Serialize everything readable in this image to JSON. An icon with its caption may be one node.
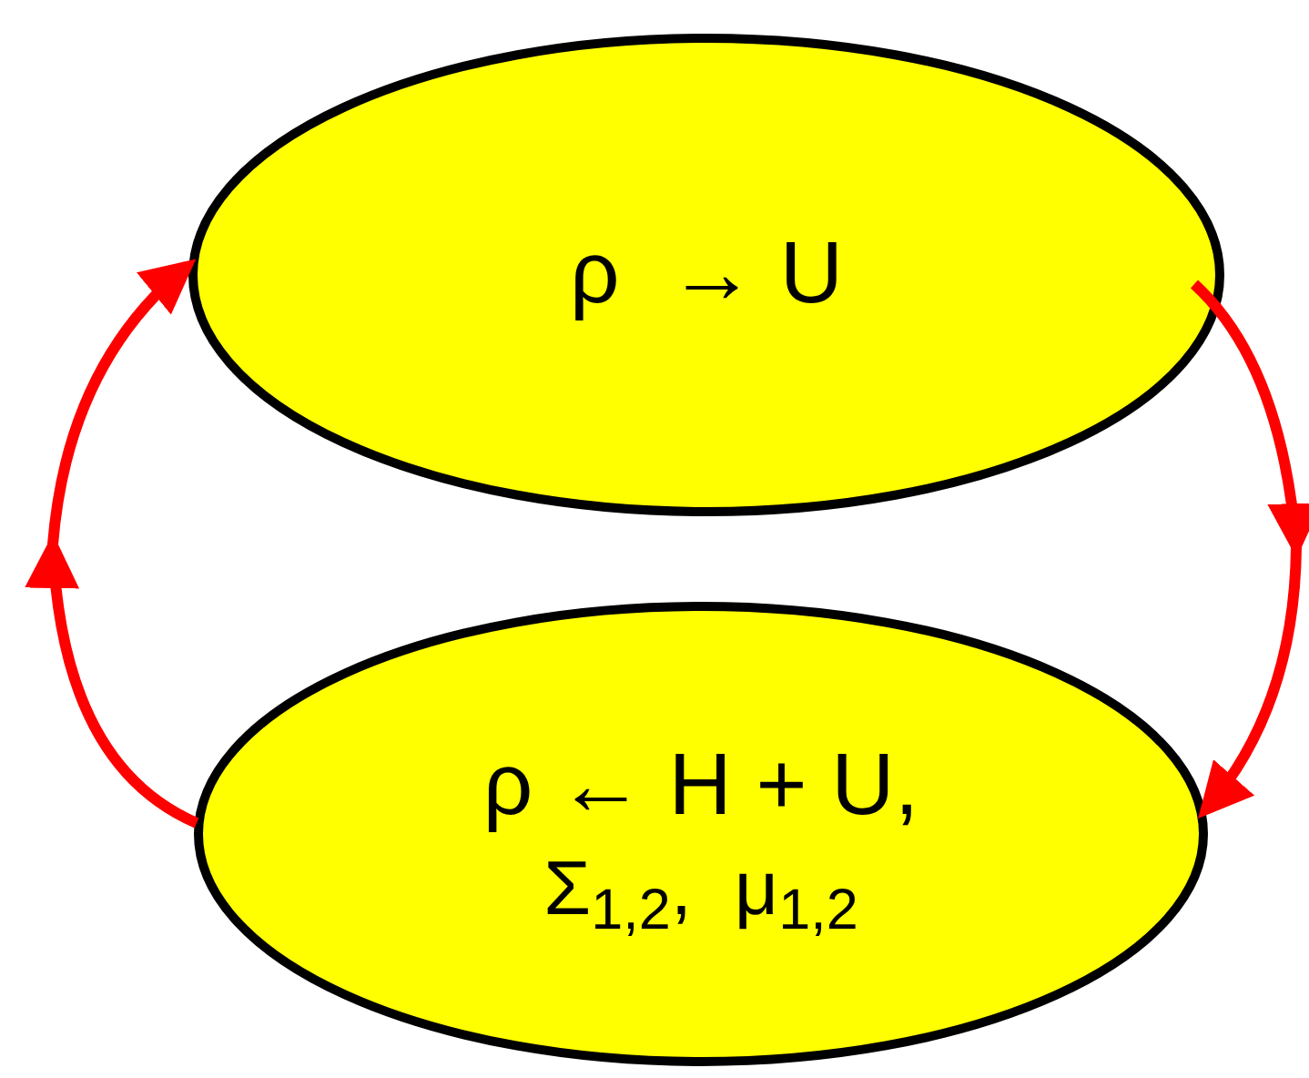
{
  "diagram": {
    "nodes": [
      {
        "text": [
          "ρ  → U"
        ]
      },
      {
        "text": [
          "ρ ← H + U,",
          "Σ$_{1,2}$,  μ$_{1,2}$"
        ]
      }
    ],
    "edges": [
      {
        "from": 0,
        "to": 1,
        "arrow": "to"
      },
      {
        "from": 1,
        "to": 0,
        "arrow": "to"
      }
    ]
  }
}
